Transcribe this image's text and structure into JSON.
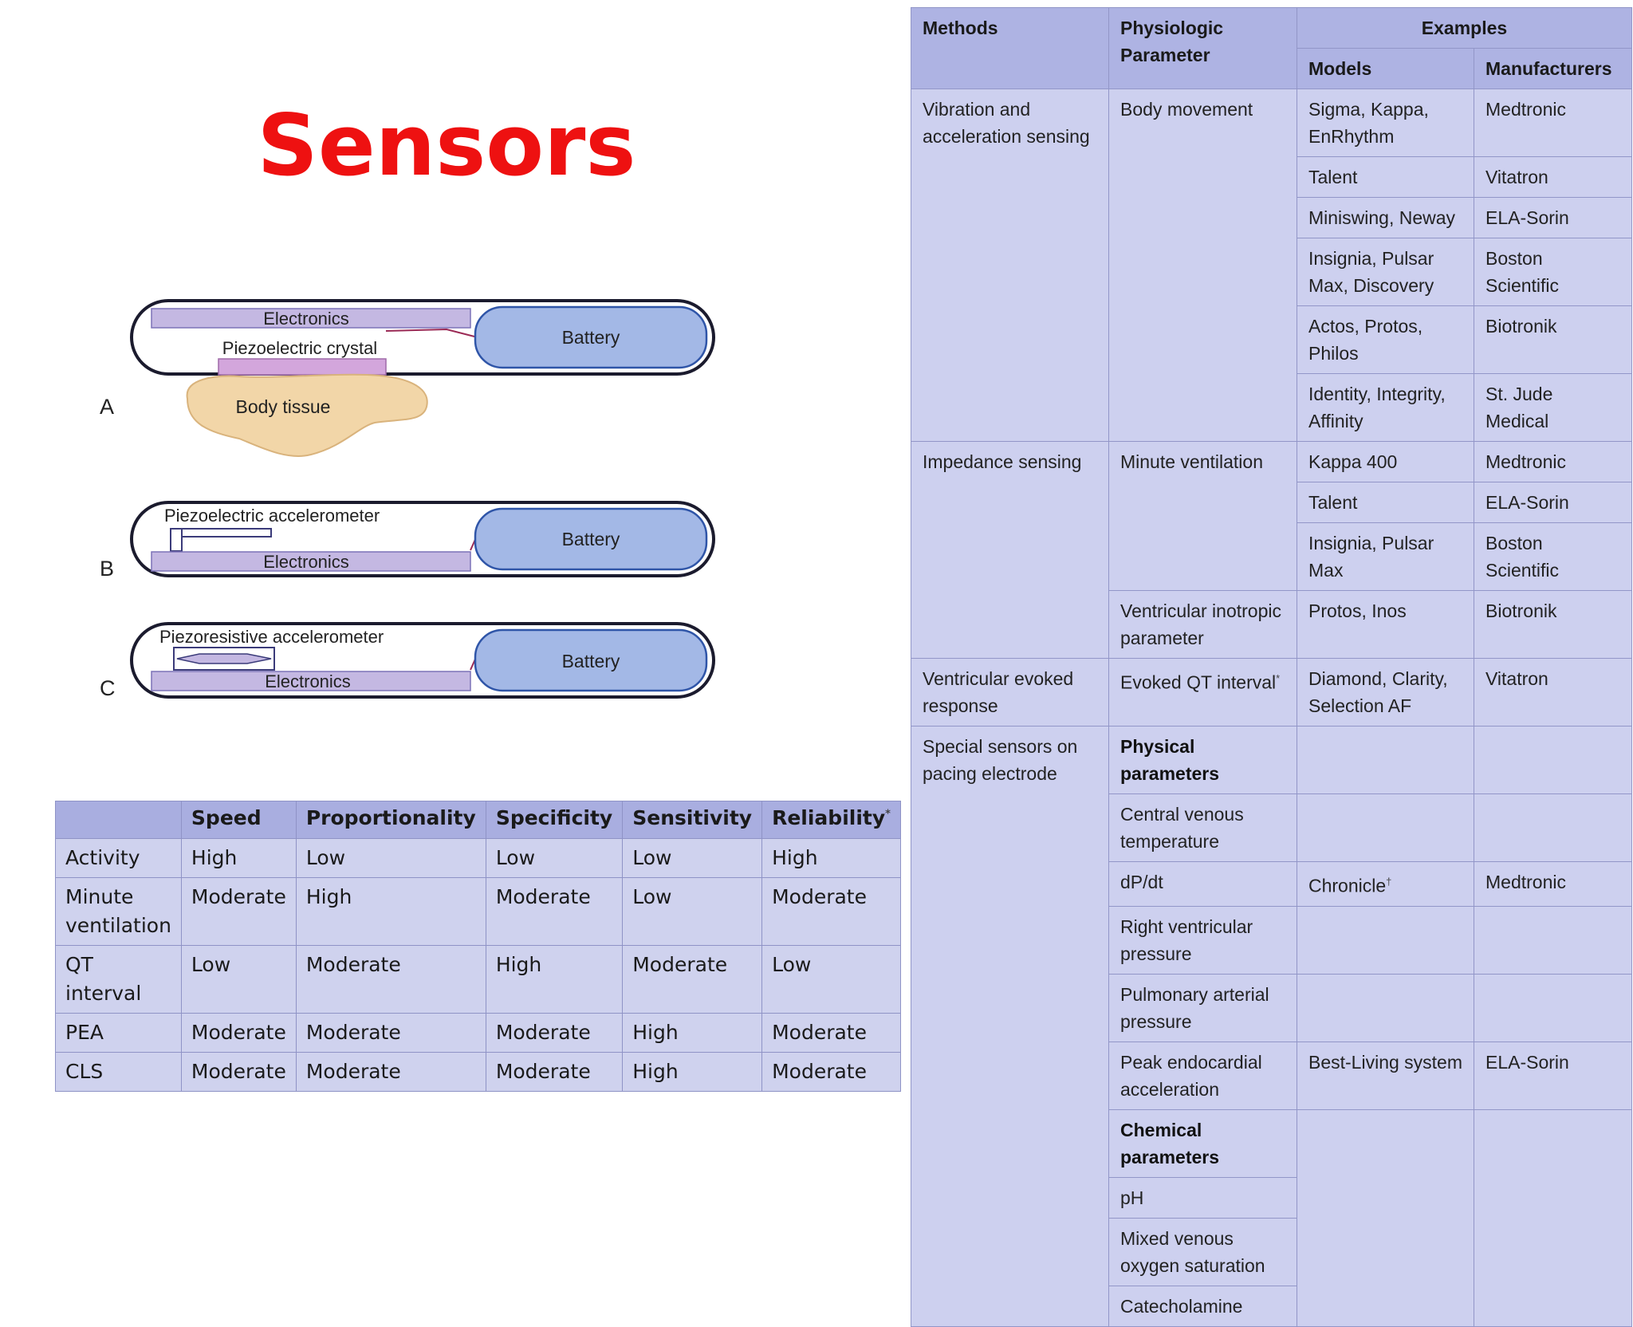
{
  "title": "Sensors",
  "diagram": {
    "panel_a": {
      "letter": "A",
      "electronics": "Electronics",
      "crystal": "Piezoelectric crystal",
      "battery": "Battery",
      "tissue": "Body tissue"
    },
    "panel_b": {
      "letter": "B",
      "accelerometer": "Piezoelectric accelerometer",
      "electronics": "Electronics",
      "battery": "Battery"
    },
    "panel_c": {
      "letter": "C",
      "accelerometer": "Piezoresistive accelerometer",
      "electronics": "Electronics",
      "battery": "Battery"
    },
    "colors": {
      "battery": "#a3b8e6",
      "electronics": "#c4b8e2",
      "crystal": "#d3a6dc",
      "tissue": "#f2d6a8",
      "outline": "#1b1b2e",
      "wire": "#9b2a55"
    }
  },
  "comparison": {
    "headers": [
      "",
      "Speed",
      "Proportionality",
      "Specificity",
      "Sensitivity",
      "Reliability"
    ],
    "reliability_mark": "*",
    "rows": [
      [
        "Activity",
        "High",
        "Low",
        "Low",
        "Low",
        "High"
      ],
      [
        "Minute ventilation",
        "Moderate",
        "High",
        "Moderate",
        "Low",
        "Moderate"
      ],
      [
        "QT interval",
        "Low",
        "Moderate",
        "High",
        "Moderate",
        "Low"
      ],
      [
        "PEA",
        "Moderate",
        "Moderate",
        "Moderate",
        "High",
        "Moderate"
      ],
      [
        "CLS",
        "Moderate",
        "Moderate",
        "Moderate",
        "High",
        "Moderate"
      ]
    ]
  },
  "sensors": {
    "headers": {
      "methods": "Methods",
      "parameter": "Physiologic Parameter",
      "examples": "Examples",
      "models": "Models",
      "manufacturers": "Manufacturers"
    },
    "vibration": {
      "method": "Vibration and acceleration sensing",
      "parameter": "Body movement",
      "rows": [
        [
          "Sigma, Kappa, EnRhythm",
          "Medtronic"
        ],
        [
          "Talent",
          "Vitatron"
        ],
        [
          "Miniswing, Neway",
          "ELA-Sorin"
        ],
        [
          "Insignia, Pulsar Max, Discovery",
          "Boston Scientific"
        ],
        [
          "Actos, Protos, Philos",
          "Biotronik"
        ],
        [
          "Identity, Integrity, Affinity",
          "St. Jude Medical"
        ]
      ]
    },
    "impedance": {
      "method": "Impedance sensing",
      "minute_parameter": "Minute ventilation",
      "minute_rows": [
        [
          "Kappa 400",
          "Medtronic"
        ],
        [
          "Talent",
          "ELA-Sorin"
        ],
        [
          "Insignia, Pulsar Max",
          "Boston Scientific"
        ]
      ],
      "inotropic_parameter": "Ventricular inotropic parameter",
      "inotropic_model": "Protos, Inos",
      "inotropic_manufacturer": "Biotronik"
    },
    "evoked": {
      "method": "Ventricular evoked response",
      "parameter": "Evoked QT interval",
      "parameter_mark": "*",
      "model": "Diamond, Clarity, Selection AF",
      "manufacturer": "Vitatron"
    },
    "special": {
      "method": "Special sensors on pacing electrode",
      "physical_header": "Physical parameters",
      "central_venous": "Central venous temperature",
      "dpdt": "dP/dt",
      "dpdt_model": "Chronicle",
      "dpdt_model_mark": "†",
      "dpdt_manufacturer": "Medtronic",
      "rv_pressure": "Right ventricular pressure",
      "pa_pressure": "Pulmonary arterial pressure",
      "pea": "Peak endocardial acceleration",
      "pea_model": "Best-Living system",
      "pea_manufacturer": "ELA-Sorin",
      "chemical_header": "Chemical parameters",
      "ph": "pH",
      "mixed_venous": "Mixed venous oxygen saturation",
      "catecholamine": "Catecholamine"
    }
  }
}
